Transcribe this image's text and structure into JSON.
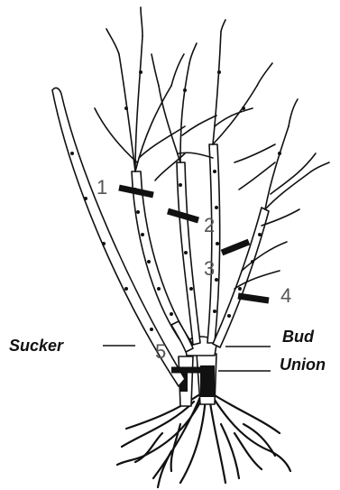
{
  "diagram": {
    "cut_labels": [
      "1",
      "2",
      "3",
      "4",
      "5"
    ],
    "sucker_label": "Sucker",
    "bud_union_label": [
      "Bud",
      "Union"
    ]
  },
  "colors": {
    "ink": "#111111",
    "number_gray": "#555555",
    "background": "#ffffff"
  }
}
